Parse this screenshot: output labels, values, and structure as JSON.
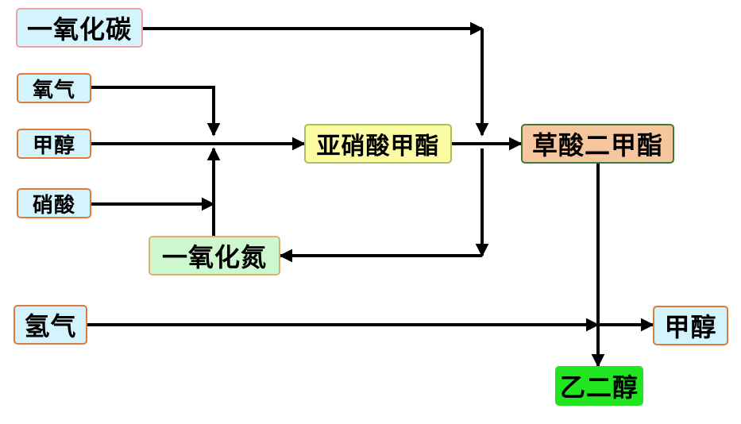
{
  "nodes": {
    "carbon_monoxide": "一氧化碳",
    "oxygen": "氧气",
    "methanol_in": "甲醇",
    "nitric_acid": "硝酸",
    "nitric_oxide": "一氧化氮",
    "hydrogen": "氢气",
    "methyl_nitrite": "亚硝酸甲酯",
    "dimethyl_oxalate": "草酸二甲酯",
    "methanol_out": "甲醇",
    "ethylene_glycol": "乙二醇"
  },
  "colors": {
    "raw_material_fill": "#d3f4fc",
    "methyl_nitrite_fill": "#fbfba3",
    "nitric_oxide_fill": "#cdf7cd",
    "dimethyl_oxalate_fill": "#f6c69e",
    "product_fill": "#22e522",
    "box_border": "#e07a3a",
    "arrow": "#000000"
  }
}
